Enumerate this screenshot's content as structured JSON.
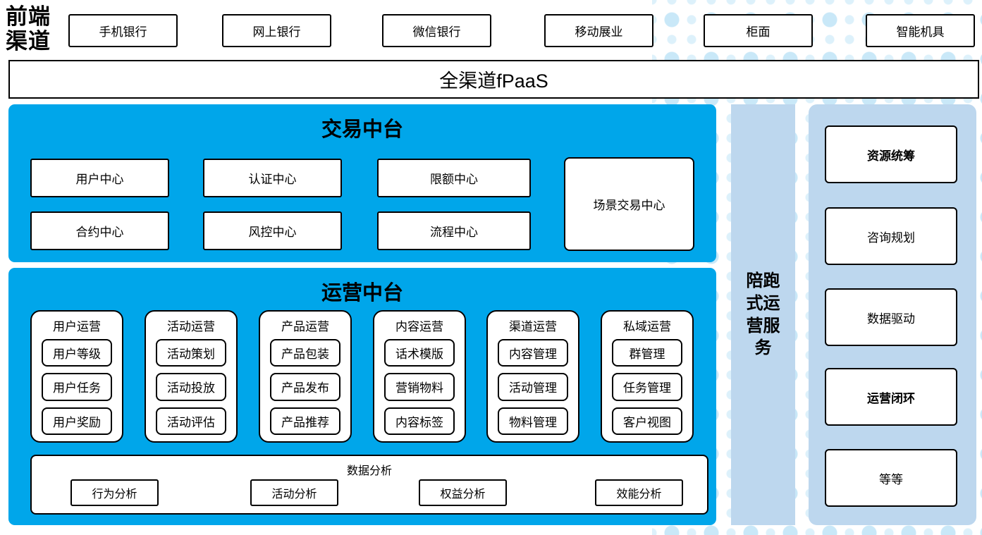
{
  "colors": {
    "accent_blue": "#00a6ea",
    "light_blue": "#bdd7ee",
    "dot_blue": "#cdeaf8"
  },
  "front_channels": {
    "label": "前端渠道",
    "items": [
      "手机银行",
      "网上银行",
      "微信银行",
      "移动展业",
      "柜面",
      "智能机具"
    ]
  },
  "fpaas": {
    "label": "全渠道fPaaS"
  },
  "trade_platform": {
    "title": "交易中台",
    "row1": [
      "用户中心",
      "认证中心",
      "限额中心"
    ],
    "row2": [
      "合约中心",
      "风控中心",
      "流程中心"
    ],
    "tall_item": "场景交易中心"
  },
  "ops_platform": {
    "title": "运营中台",
    "columns": [
      {
        "header": "用户运营",
        "items": [
          "用户等级",
          "用户任务",
          "用户奖励"
        ]
      },
      {
        "header": "活动运营",
        "items": [
          "活动策划",
          "活动投放",
          "活动评估"
        ]
      },
      {
        "header": "产品运营",
        "items": [
          "产品包装",
          "产品发布",
          "产品推荐"
        ]
      },
      {
        "header": "内容运营",
        "items": [
          "话术模版",
          "营销物料",
          "内容标签"
        ]
      },
      {
        "header": "渠道运营",
        "items": [
          "内容管理",
          "活动管理",
          "物料管理"
        ]
      },
      {
        "header": "私域运营",
        "items": [
          "群管理",
          "任务管理",
          "客户视图"
        ]
      }
    ],
    "analysis": {
      "title": "数据分析",
      "items": [
        "行为分析",
        "活动分析",
        "权益分析",
        "效能分析"
      ]
    }
  },
  "side_service": {
    "label": "陪跑式运营服务"
  },
  "support_panel": {
    "items": [
      "资源统筹",
      "咨询规划",
      "数据驱动",
      "运营闭环",
      "等等"
    ]
  }
}
